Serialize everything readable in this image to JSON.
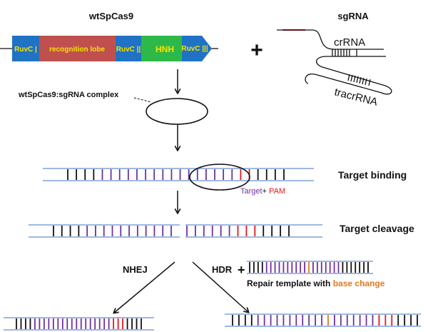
{
  "colors": {
    "ruvc": "#1f72c4",
    "recognition": "#c0504d",
    "hnh": "#2db84a",
    "domain_text": "#f5e400",
    "strand": "#7fa2d6",
    "rung_default": "#111111",
    "rung_target": "#7030a0",
    "rung_pam": "#e8161b",
    "rung_change": "#e07a1f",
    "guide_red": "#e8161b"
  },
  "protein": {
    "title": "wtSpCas9",
    "domains": [
      {
        "label": "RuvC |",
        "type": "ruvc"
      },
      {
        "label": "recognition lobe",
        "type": "recognition"
      },
      {
        "label": "RuvC ||",
        "type": "ruvc"
      },
      {
        "label": "HNH",
        "type": "hnh"
      },
      {
        "label": "RuvC |||",
        "type": "ruvc"
      }
    ]
  },
  "plus_sign": "+",
  "sgrna": {
    "title": "sgRNA",
    "crrna_label": "crRNA",
    "tracrrna_label": "tracrRNA"
  },
  "complex_label": "wtSpCas9:sgRNA complex",
  "steps": {
    "target_binding": "Target binding",
    "target_cleavage": "Target cleavage"
  },
  "legend": {
    "target": "Target",
    "plus": "+ ",
    "pam": "PAM"
  },
  "pathways": {
    "nhej": "NHEJ",
    "hdr": "HDR",
    "hdr_plus": "+",
    "repair_prefix": "Repair template with ",
    "repair_highlight": "base change"
  },
  "dna_rungs": {
    "binding": "KKKKTTTTTTTTTTTTTTTTPPKKKK",
    "cleavage_left": "KKKKTTTTTTTTTTT",
    "cleavage_right": "TTTTTTPPPKKKK",
    "template": "KKKKTTTTTTTTTTCTTTTTTTKKKKKKK",
    "nhej_product": "KKKKTTTTTTTTTTTTTTTTTPPPKKKK",
    "hdr_product": "KKKKTTTTTTTTTTTCTTTTTTTPPPKKKK"
  }
}
